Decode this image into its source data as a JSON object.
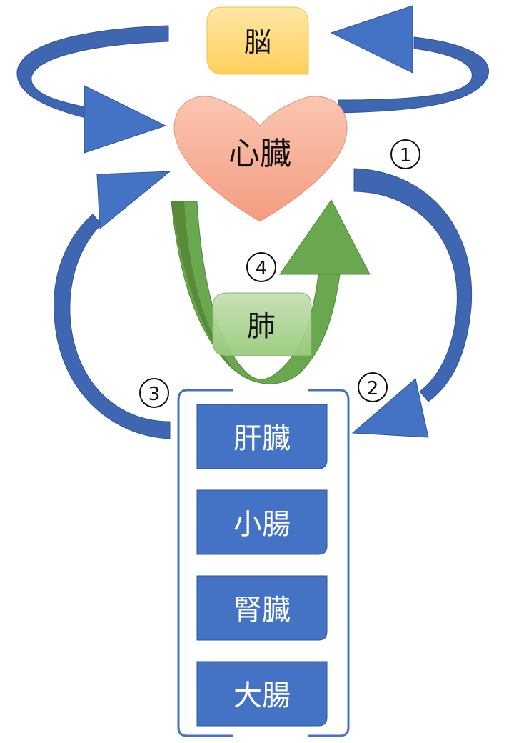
{
  "colors": {
    "blue_arrow": "#4472C4",
    "blue_arrow_dark": "#2F5597",
    "green_arrow": "#6AA84F",
    "green_arrow_dark": "#4E8A36",
    "brain_fill": "#FFD97A",
    "heart_fill": "#F4A98F",
    "lung_fill": "#A9D18E",
    "organ_box_fill": "#4472C4",
    "bracket": "#4472C4"
  },
  "organs": {
    "brain": "脳",
    "heart": "心臓",
    "lung": "肺",
    "liver": "肝臓",
    "small_intestine": "小腸",
    "kidney": "腎臓",
    "large_intestine": "大腸"
  },
  "steps": {
    "one": "①",
    "two": "②",
    "three": "③",
    "four": "④"
  }
}
